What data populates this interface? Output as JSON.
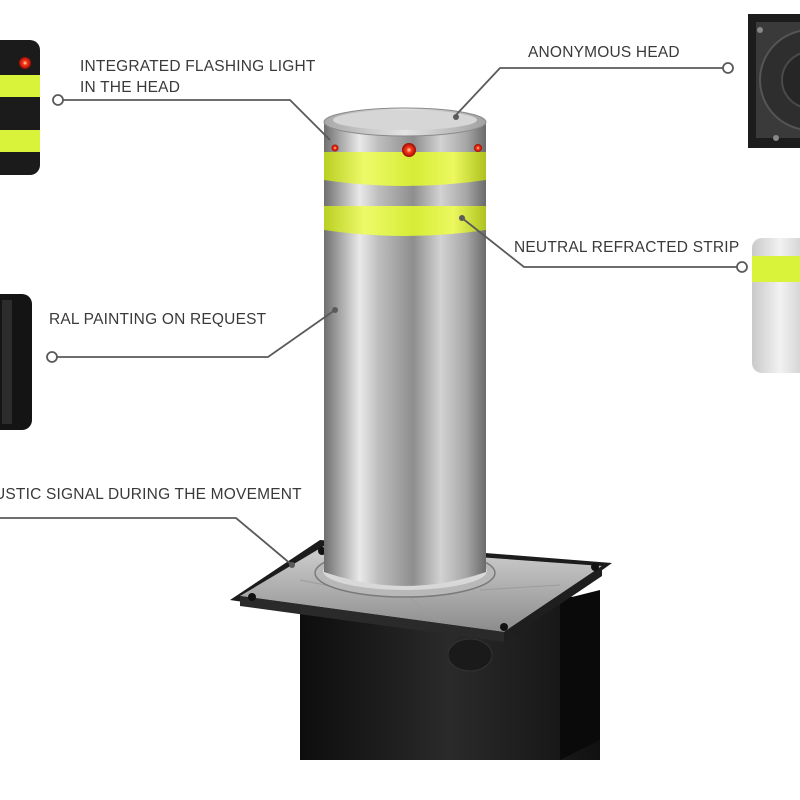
{
  "callouts": {
    "flashing_light": {
      "line1": "INTEGRATED FLASHING LIGHT",
      "line2": "IN THE HEAD"
    },
    "anonymous_head": "ANONYMOUS HEAD",
    "refracted_strip": "NEUTRAL REFRACTED STRIP",
    "ral_painting": "RAL PAINTING ON REQUEST",
    "acoustic_signal": "USTIC SIGNAL DURING THE MOVEMENT"
  },
  "colors": {
    "reflective_strip": "#d9f23a",
    "led": "#ff2a1a",
    "steel_light": "#e8e8e8",
    "steel_dark": "#8a8a8a",
    "base": "#1a1a1a",
    "leader_line": "#555555"
  }
}
